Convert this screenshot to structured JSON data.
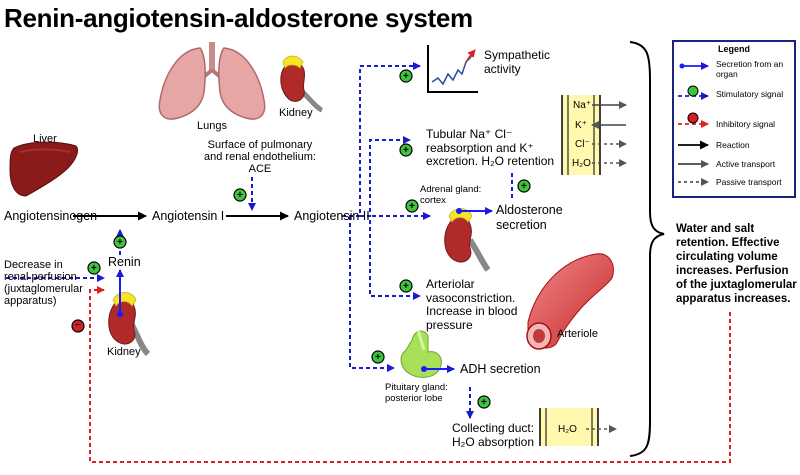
{
  "title": "Renin-angiotensin-aldosterone system",
  "organs": {
    "liver": "Liver",
    "lungs": "Lungs",
    "kidney_top": "Kidney",
    "kidney_bottom": "Kidney",
    "adrenal": "Adrenal gland:\ncortex",
    "pituitary": "Pituitary gland:\nposterior lobe",
    "arteriole": "Arteriole"
  },
  "nodes": {
    "angiotensinogen": "Angiotensinogen",
    "angiotensin1": "Angiotensin I",
    "angiotensin2": "Angiotensin II",
    "renin": "Renin",
    "aldosterone": "Aldosterone\nsecretion",
    "adh": "ADH secretion"
  },
  "labels": {
    "endothelium": "Surface of pulmonary\nand renal endothelium:\nACE",
    "perfusion": "Decrease in\nrenal perfusion\n(juxtaglomerular\napparatus)",
    "sympathetic": "Sympathetic\nactivity",
    "tubular": "Tubular Na⁺ Cl⁻\nreabsorption and K⁺\nexcretion. H₂O retention",
    "vasoconstriction": "Arteriolar\nvasoconstriction.\nIncrease in blood\npressure",
    "collecting": "Collecting duct:\nH₂O absorption",
    "outcome": "Water and salt\nretention. Effective\ncirculating volume\nincreases. Perfusion\nof the juxtaglomerular\napparatus increases."
  },
  "transport_ions": {
    "na": "Na⁺",
    "k": "K⁺",
    "cl": "Cl⁻",
    "h2o_top": "H₂O",
    "h2o_bottom": "H₂O"
  },
  "symbols": {
    "plus": "+",
    "minus": "−"
  },
  "legend": {
    "title": "Legend",
    "items": [
      {
        "label": "Secretion from an organ"
      },
      {
        "label": "Stimulatory signal"
      },
      {
        "label": "Inhibitory signal"
      },
      {
        "label": "Reaction"
      },
      {
        "label": "Active transport"
      },
      {
        "label": "Passive transport"
      }
    ]
  },
  "colors": {
    "secretion": "#1a1aff",
    "stimulatory": "#1a1ad0",
    "inhibitory": "#e02020",
    "reaction": "#000000",
    "active": "#444444",
    "passive": "#555555",
    "plus_fill": "#3ec43e",
    "minus_fill": "#d42020",
    "membrane": "#fff9b0"
  }
}
